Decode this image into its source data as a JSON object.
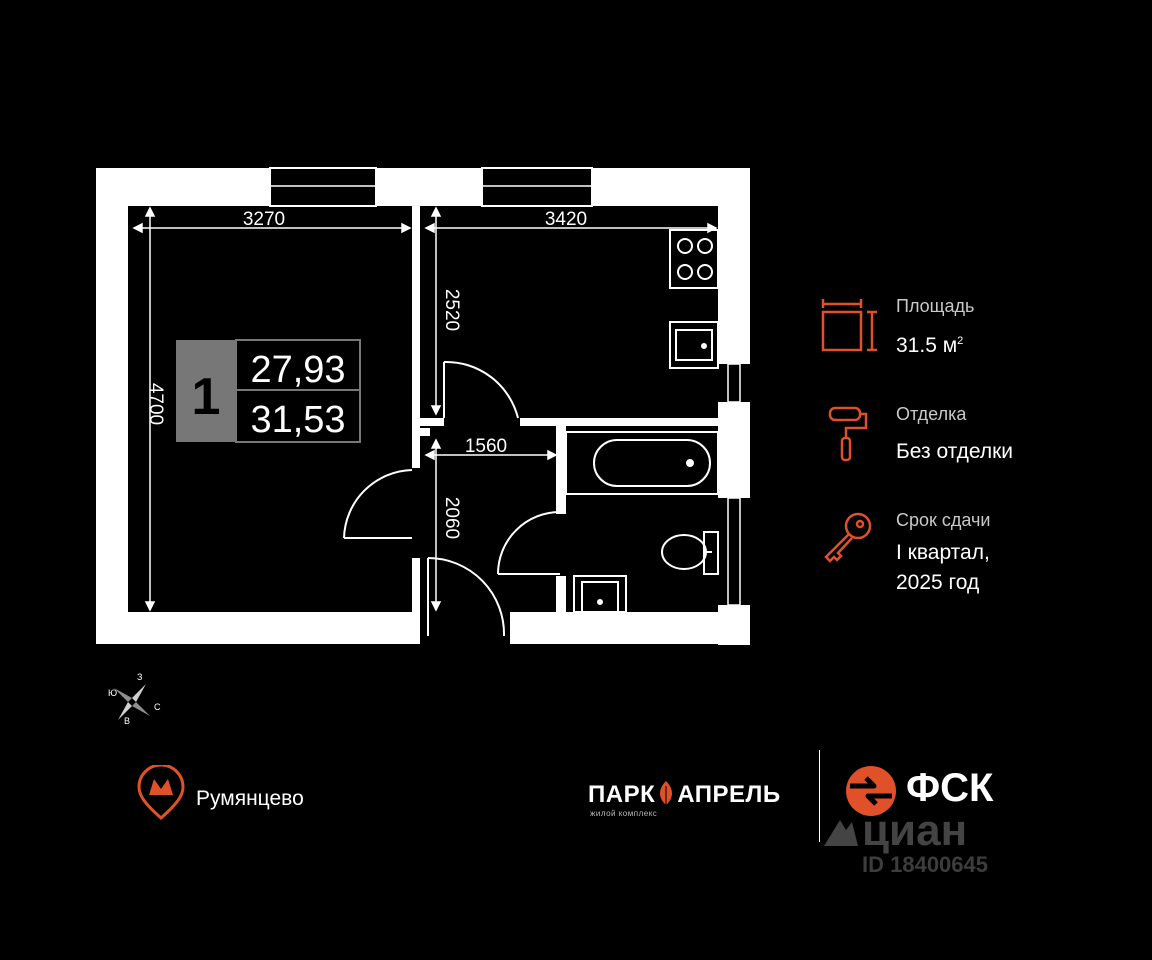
{
  "plan": {
    "dimensions": {
      "room_width": "3270",
      "kitchen_width": "3420",
      "kitchen_depth": "2520",
      "room_depth": "4700",
      "hall_width": "1560",
      "hall_depth": "2060"
    },
    "unit_badge": {
      "rooms": "1",
      "living_area": "27,93",
      "total_area": "31,53"
    },
    "compass": {
      "north": "З",
      "west": "Ю",
      "south": "В",
      "east": "С"
    }
  },
  "info": {
    "area": {
      "label": "Площадь",
      "value": "31.5 м",
      "unit_sup": "2",
      "icon": "area-icon"
    },
    "finish": {
      "label": "Отделка",
      "value": "Без отделки",
      "icon": "paint-roller-icon"
    },
    "delivery": {
      "label": "Срок сдачи",
      "value_line1": "I квартал,",
      "value_line2": "2025 год",
      "icon": "key-icon"
    }
  },
  "metro": {
    "station": "Румянцево",
    "icon": "metro-icon"
  },
  "complex": {
    "name_part1": "ПАРК",
    "name_part2": "АПРЕЛЬ",
    "subtitle": "жилой комплекс"
  },
  "developer": {
    "name": "ФСК"
  },
  "watermark": {
    "brand": "циан",
    "id": "ID 18400645"
  },
  "colors": {
    "accent": "#e0512a",
    "background": "#000000",
    "walls": "#ffffff",
    "badge_grey": "#777777"
  }
}
